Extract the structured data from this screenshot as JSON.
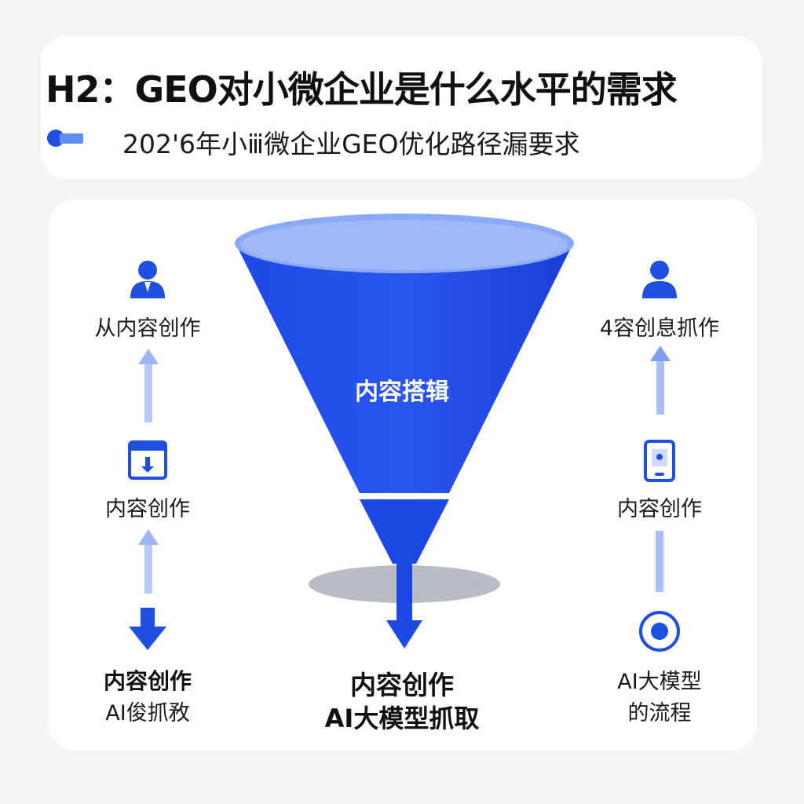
{
  "header": {
    "title": "H2：GEO对小微企业是什么水平的需求",
    "subtitle": "202'6年小ⅲ微企业GEO优化路径漏要求"
  },
  "funnel": {
    "center_label": "内容搭辑",
    "bottom_line1": "内容创作",
    "bottom_line2": "AI大模型抓取"
  },
  "left_column": {
    "top_label": "从内容创作",
    "middle_label": "内容创作",
    "bottom_line1": "内容创作",
    "bottom_line2": "AI俊抓敄"
  },
  "right_column": {
    "top_label": "4容创息抓作",
    "middle_label": "内容创作",
    "bottom_line1": "AI大模型",
    "bottom_line2": "的流程"
  },
  "icons": [
    "user-icon",
    "window-icon",
    "arrow-down-icon",
    "user-icon",
    "phone-icon",
    "target-icon"
  ],
  "colors": {
    "primary": "#1f4fe0",
    "funnel_top": "#8aa9f7",
    "arrow_light": "#9db6f3",
    "shadow": "#b9bcc2"
  }
}
